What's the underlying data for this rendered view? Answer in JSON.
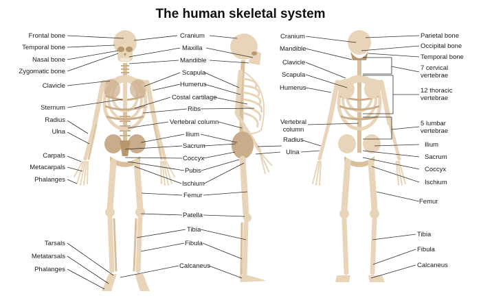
{
  "title": "The human skeletal system",
  "colors": {
    "bone": "#e8d4b8",
    "bone_shadow": "#c9ad8a",
    "bone_dark": "#b8976f",
    "line": "#2a2a2a"
  },
  "front_view": {
    "left_labels": [
      "Frontal bone",
      "Temporal bone",
      "Nasal bone",
      "Zygomatic bone",
      "Clavicle",
      "Sternum",
      "Radius",
      "Ulna",
      "Carpals",
      "Metacarpals",
      "Phalanges",
      "Tarsals",
      "Metatarsals",
      "Phalanges"
    ]
  },
  "side_view": {
    "labels": [
      "Cranium",
      "Maxilla",
      "Mandible",
      "Scapula",
      "Humerus",
      "Costal cartilage",
      "Ribs",
      "Vertebral column",
      "Ilium",
      "Sacrum",
      "Coccyx",
      "Pubis",
      "Ischium",
      "Femur",
      "Patella",
      "Tibia",
      "Fibula",
      "Calcaneus"
    ]
  },
  "back_view": {
    "left_labels": [
      "Cranium",
      "Mandible",
      "Clavicle",
      "Scapula",
      "Humerus",
      "Vertebral column",
      "Radius",
      "Ulna"
    ],
    "right_labels": [
      "Parietal bone",
      "Occipital bone",
      "Temporal bone",
      "7 cervical vertebrae",
      "12 thoracic vertebrae",
      "5 lumbar vertebrae",
      "Ilium",
      "Sacrum",
      "Coccyx",
      "Ischium",
      "Femur",
      "Tibia",
      "Fibula",
      "Calcaneus"
    ]
  }
}
